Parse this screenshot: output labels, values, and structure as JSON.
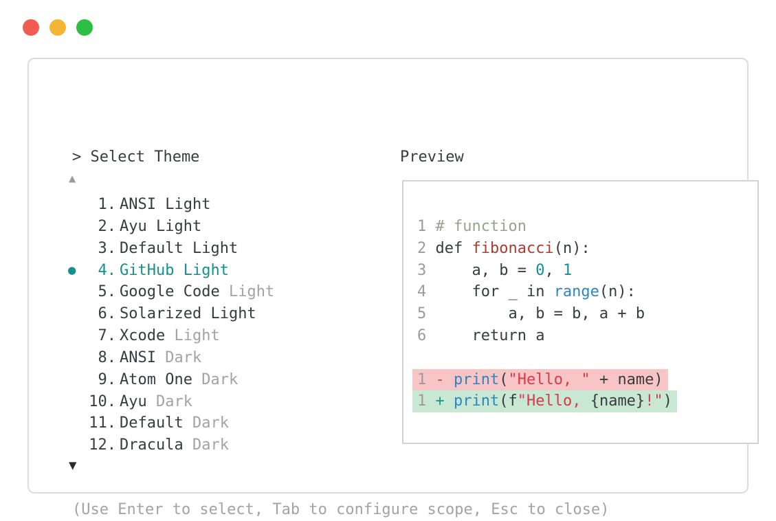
{
  "window_controls": {
    "close_color": "#f15b52",
    "minimize_color": "#f2b634",
    "maximize_color": "#2dbf43"
  },
  "theme_picker": {
    "prompt": "> Select Theme",
    "scroll_up_icon": "▲",
    "scroll_down_icon": "▼",
    "selected_bullet": "●",
    "items": [
      {
        "number": "1.",
        "name": "ANSI",
        "variant": "Light",
        "muted_variant": false,
        "selected": false
      },
      {
        "number": "2.",
        "name": "Ayu",
        "variant": "Light",
        "muted_variant": false,
        "selected": false
      },
      {
        "number": "3.",
        "name": "Default",
        "variant": "Light",
        "muted_variant": false,
        "selected": false
      },
      {
        "number": "4.",
        "name": "GitHub",
        "variant": "Light",
        "muted_variant": false,
        "selected": true
      },
      {
        "number": "5.",
        "name": "Google Code",
        "variant": "Light",
        "muted_variant": true,
        "selected": false
      },
      {
        "number": "6.",
        "name": "Solarized",
        "variant": "Light",
        "muted_variant": false,
        "selected": false
      },
      {
        "number": "7.",
        "name": "Xcode",
        "variant": "Light",
        "muted_variant": true,
        "selected": false
      },
      {
        "number": "8.",
        "name": "ANSI",
        "variant": "Dark",
        "muted_variant": true,
        "selected": false
      },
      {
        "number": "9.",
        "name": "Atom One",
        "variant": "Dark",
        "muted_variant": true,
        "selected": false
      },
      {
        "number": "10.",
        "name": "Ayu",
        "variant": "Dark",
        "muted_variant": true,
        "selected": false
      },
      {
        "number": "11.",
        "name": "Default",
        "variant": "Dark",
        "muted_variant": true,
        "selected": false
      },
      {
        "number": "12.",
        "name": "Dracula",
        "variant": "Dark",
        "muted_variant": true,
        "selected": false
      }
    ],
    "footer_hint": "(Use Enter to select, Tab to configure scope, Esc to close)"
  },
  "preview": {
    "title": "Preview",
    "code_lines": [
      {
        "num": "1",
        "tokens": [
          {
            "text": "# function",
            "color": "comment"
          }
        ]
      },
      {
        "num": "2",
        "tokens": [
          {
            "text": "def ",
            "color": "fg"
          },
          {
            "text": "fibonacci",
            "color": "function"
          },
          {
            "text": "(n):",
            "color": "fg"
          }
        ]
      },
      {
        "num": "3",
        "tokens": [
          {
            "text": "    a, b = ",
            "color": "fg"
          },
          {
            "text": "0",
            "color": "number"
          },
          {
            "text": ", ",
            "color": "fg"
          },
          {
            "text": "1",
            "color": "number"
          }
        ]
      },
      {
        "num": "4",
        "tokens": [
          {
            "text": "    for _ in ",
            "color": "fg"
          },
          {
            "text": "range",
            "color": "builtin"
          },
          {
            "text": "(n):",
            "color": "fg"
          }
        ]
      },
      {
        "num": "5",
        "tokens": [
          {
            "text": "        a, b = b, a + b",
            "color": "fg"
          }
        ]
      },
      {
        "num": "6",
        "tokens": [
          {
            "text": "    return a",
            "color": "fg"
          }
        ]
      }
    ],
    "diff_lines": [
      {
        "num": "1",
        "sign": "-",
        "kind": "removed",
        "tokens": [
          {
            "text": "print",
            "color": "builtin"
          },
          {
            "text": "(",
            "color": "fg"
          },
          {
            "text": "\"Hello, \"",
            "color": "string"
          },
          {
            "text": " + name)",
            "color": "fg"
          }
        ]
      },
      {
        "num": "1",
        "sign": "+",
        "kind": "added",
        "tokens": [
          {
            "text": "print",
            "color": "builtin"
          },
          {
            "text": "(f",
            "color": "fg"
          },
          {
            "text": "\"Hello, ",
            "color": "string"
          },
          {
            "text": "{name}",
            "color": "fg"
          },
          {
            "text": "!\"",
            "color": "string"
          },
          {
            "text": ")",
            "color": "fg"
          }
        ]
      }
    ]
  },
  "colors": {
    "fg": "#383c3e",
    "muted": "#a3a3a3",
    "selected": "#13918d",
    "comment": "#99a28f",
    "function": "#ad3b33",
    "builtin": "#2e86c1",
    "number": "#11909a",
    "string": "#d73a49",
    "removed_bg": "#f7c5c5",
    "added_bg": "#c8e8d4",
    "removed_sign": "#b0544c",
    "added_sign": "#169a84",
    "line_number": "#9b9b9b"
  }
}
